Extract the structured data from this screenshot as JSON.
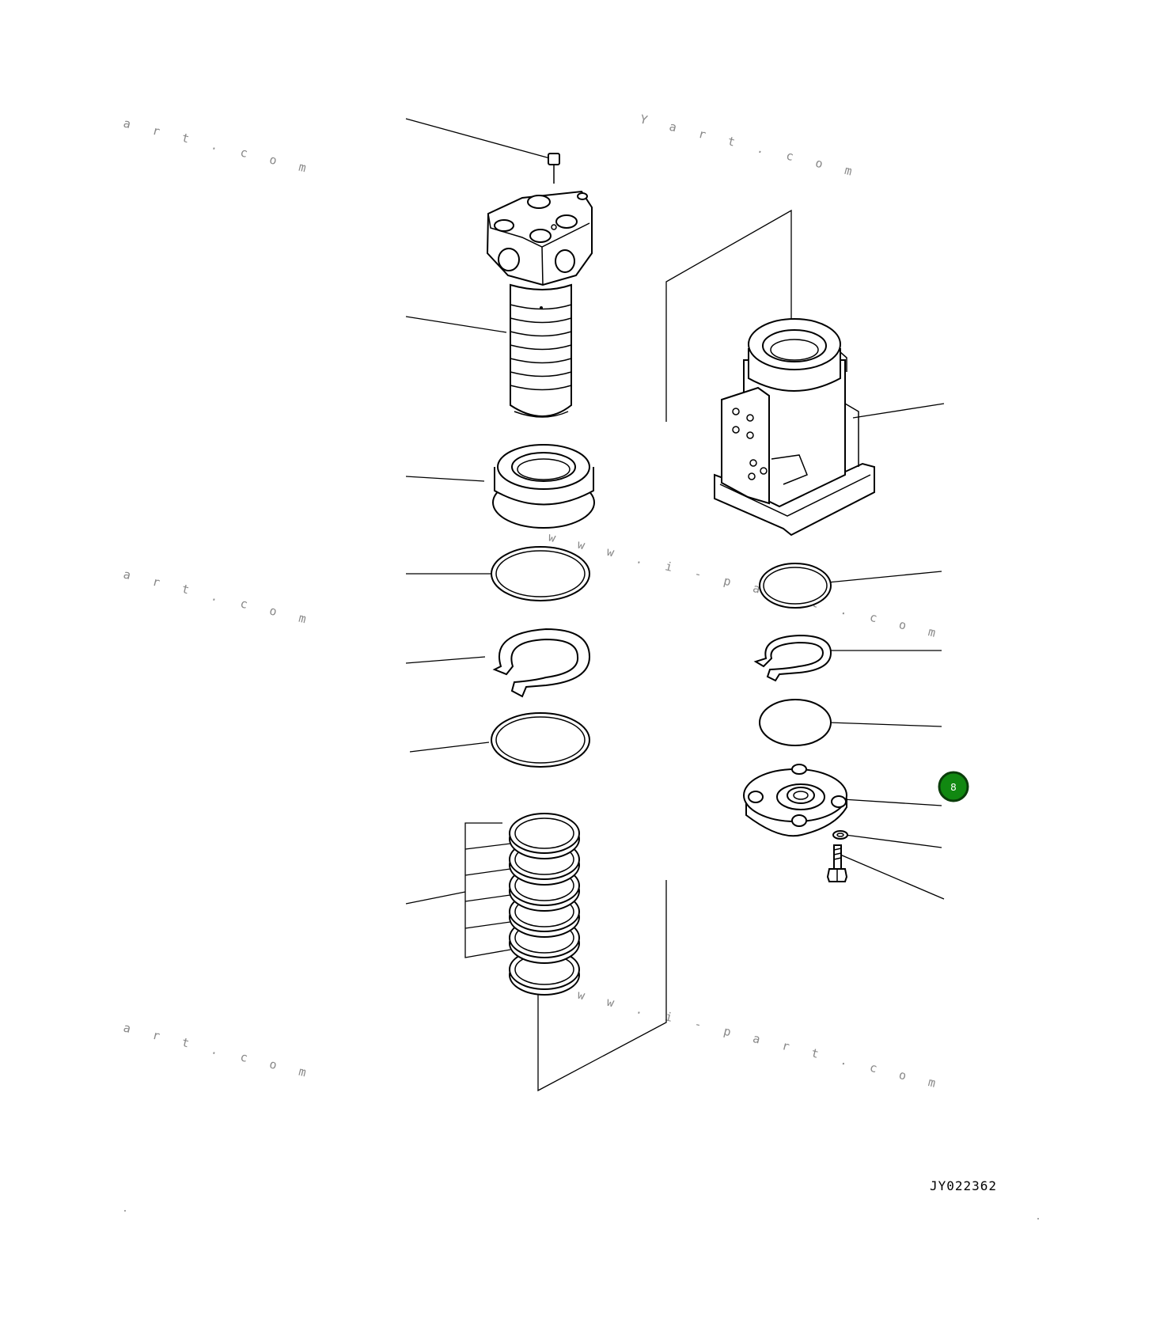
{
  "drawing": {
    "code": "JY022362",
    "highlight_badge": {
      "label": "8",
      "color": "#118811",
      "border": "#0a3d0a"
    },
    "watermarks": [
      "a r t . c o m",
      "Y a r t . c o m",
      "a r t . c o m",
      "w w w . i - p a r t . c o m",
      "a r t . c o m",
      "w w w . i - p a r t . c o m"
    ]
  }
}
